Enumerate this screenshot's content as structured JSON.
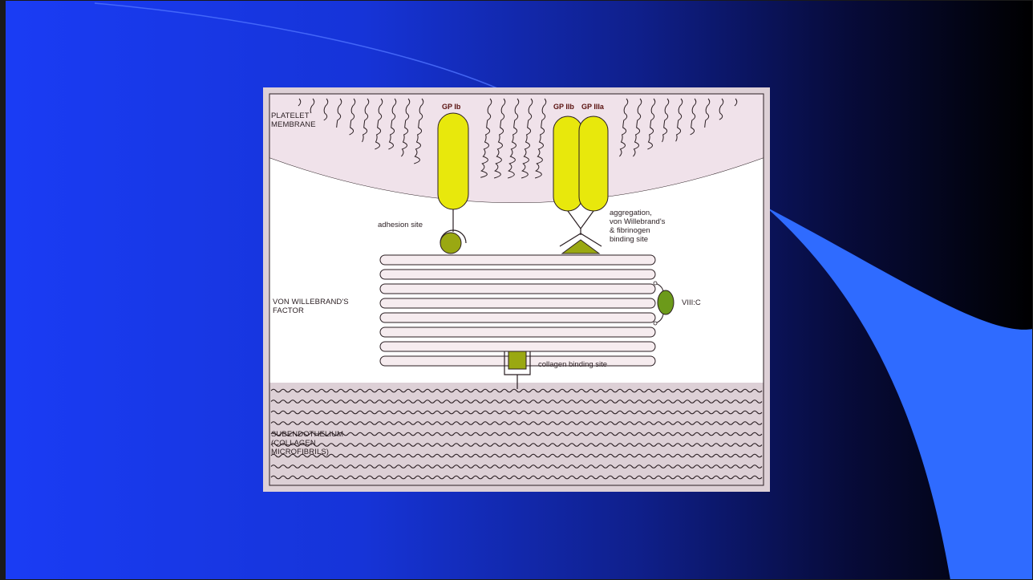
{
  "diagram": {
    "membrane_label": "PLATELET\nMEMBRANE",
    "gp_ib_label": "GP Ib",
    "gp_iib_label": "GP IIb",
    "gp_iiia_label": "GP IIIa",
    "adhesion_label": "adhesion site",
    "aggregation_label": "aggregation,\nvon Willebrand's\n& fibrinogen\nbinding site",
    "vwf_label": "VON WILLEBRAND'S\nFACTOR",
    "viiic_label": "VIII:C",
    "collagen_binding_label": "collagen binding site",
    "subendothelium_label": "SUBENDOTHELIUM\n(COLLAGEN\nMICROFIBRILS)",
    "colors": {
      "slide_blue": "#1a3cf5",
      "swoosh_blue": "#2f6bff",
      "figure_bg": "#ddd0d6",
      "membrane": "#f0e2ea",
      "glycoprotein_yellow": "#e8e80c",
      "olive_green": "#9aa812",
      "viiic_green": "#6c9a1a"
    }
  }
}
